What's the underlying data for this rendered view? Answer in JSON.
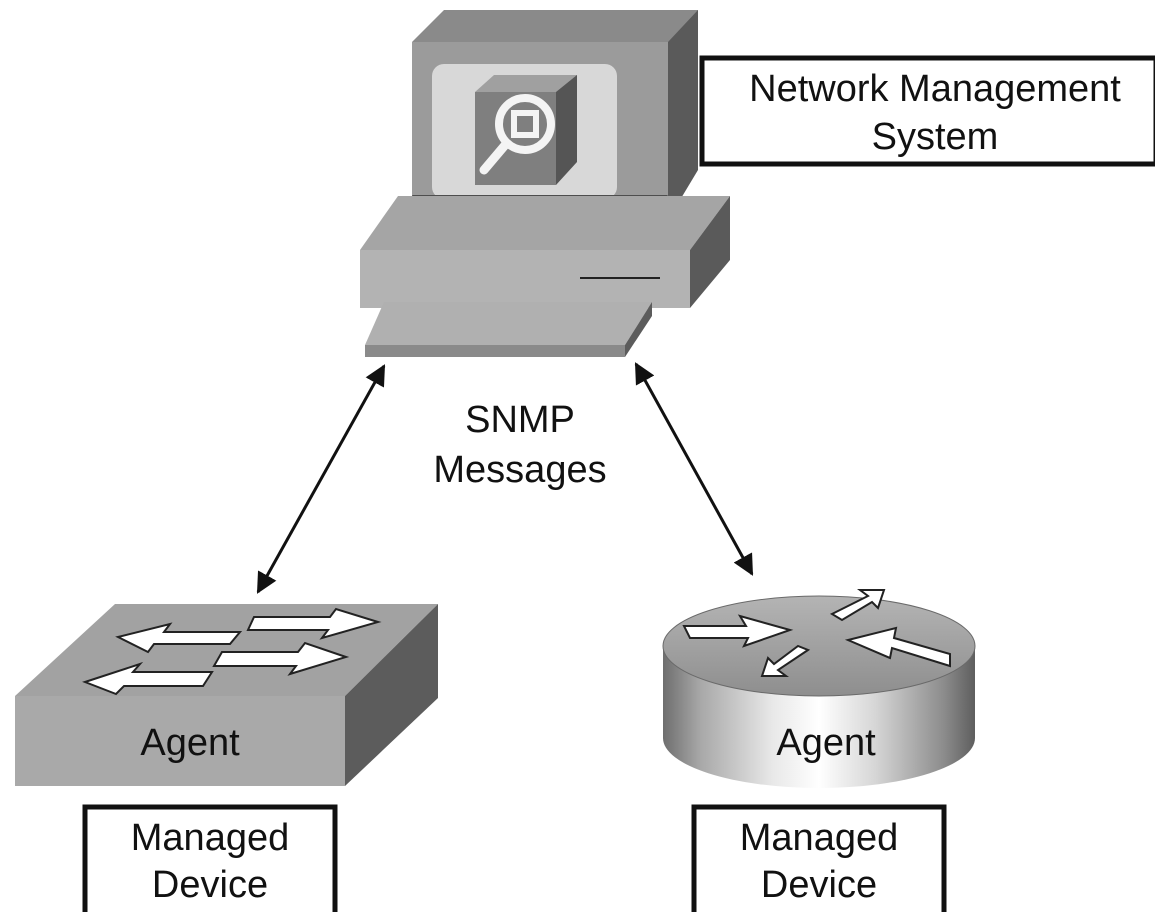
{
  "diagram": {
    "nms_label_line1": "Network Management",
    "nms_label_line2": "System",
    "messages_line1": "SNMP",
    "messages_line2": "Messages",
    "switch_agent_label": "Agent",
    "router_agent_label": "Agent",
    "left_device_line1": "Managed",
    "left_device_line2": "Device",
    "right_device_line1": "Managed",
    "right_device_line2": "Device"
  },
  "icons": {
    "computer": "workstation-icon",
    "monitor_symbol": "magnifier-icon",
    "switch": "switch-icon",
    "router": "router-icon"
  },
  "colors": {
    "device_gray": "#9a9a9a",
    "dark_gray": "#585858",
    "line": "#111111"
  }
}
